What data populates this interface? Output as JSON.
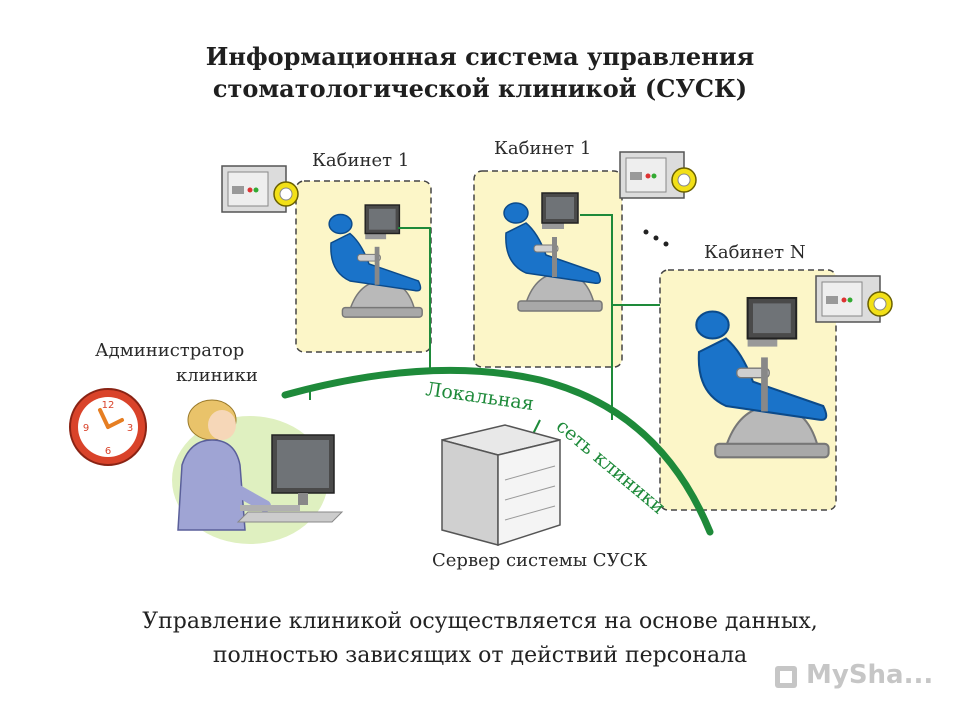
{
  "title": {
    "line1": "Информационная система управления",
    "line2": "стоматологической клиникой (СУСК)"
  },
  "cabinets": [
    {
      "label": "Кабинет 1"
    },
    {
      "label": "Кабинет 1"
    },
    {
      "label": "Кабинет N"
    }
  ],
  "ellipsis": "...",
  "admin": {
    "line1": "Администратор",
    "line2": "клиники"
  },
  "network": {
    "label_part1": "Локальная",
    "label_part2": "сеть клиники"
  },
  "server": {
    "label": "Сервер системы СУСК"
  },
  "caption": {
    "line1": "Управление клиникой осуществляется на основе данных,",
    "line2": "полностью зависящих от действий персонала"
  },
  "clock": {
    "numbers": [
      "12",
      "3",
      "6",
      "9"
    ]
  },
  "watermark": {
    "text": "MySha..."
  },
  "colors": {
    "network_green": "#1e8a3a",
    "cabinet_fill": "#fcf6c8",
    "chair_blue": "#1a73c9",
    "clock_red": "#d9432a"
  }
}
